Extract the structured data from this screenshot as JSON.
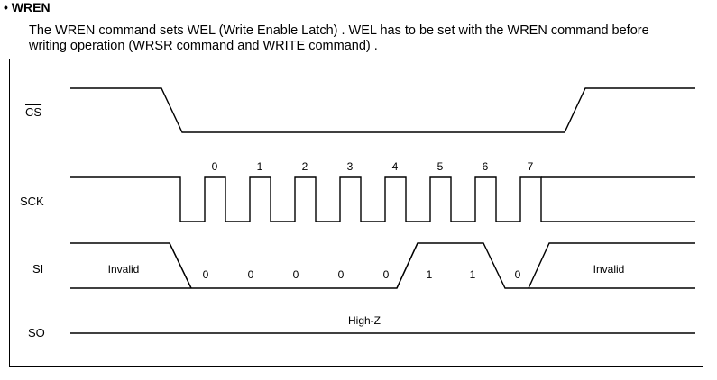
{
  "section": {
    "bullet": "•",
    "title": "WREN",
    "paragraph_line1": "The WREN command sets WEL (Write Enable Latch) . WEL has to be set with the WREN command before",
    "paragraph_line2": "writing operation (WRSR command and WRITE command) ."
  },
  "diagram": {
    "signals": {
      "cs": "CS",
      "sck": "SCK",
      "si": "SI",
      "so": "SO"
    },
    "clock_numbers": [
      "0",
      "1",
      "2",
      "3",
      "4",
      "5",
      "6",
      "7"
    ],
    "si_bits": [
      "0",
      "0",
      "0",
      "0",
      "0",
      "1",
      "1",
      "0"
    ],
    "si_invalid_left": "Invalid",
    "si_invalid_right": "Invalid",
    "so_state": "High-Z"
  }
}
